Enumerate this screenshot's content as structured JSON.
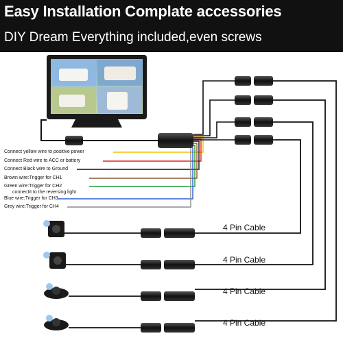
{
  "header": {
    "title": "Easy Installation Complate accessories",
    "subtitle": "DIY Dream Everything included,even screws"
  },
  "wires": [
    {
      "label": "Connect yellow wire to positive power",
      "color": "#f2c200"
    },
    {
      "label": "Connect Red wire to ACC or battery",
      "color": "#e02020"
    },
    {
      "label": "Connect Black wire to Ground",
      "color": "#111111"
    },
    {
      "label": "Brown wire:Trigger for CH1",
      "color": "#8b5a2b"
    },
    {
      "label": "Green wire:Trigger for CH2",
      "color": "#1f9e3a"
    },
    {
      "label": "connectit to the reversing light",
      "color": ""
    },
    {
      "label": "Blue wire:Trigger for CH3",
      "color": "#2a5bd7"
    },
    {
      "label": "Grey wire:Trigger for CH4",
      "color": "#8c8c8c"
    }
  ],
  "cables": [
    {
      "label": "4 Pin Cable"
    },
    {
      "label": "4 Pin Cable"
    },
    {
      "label": "4 Pin Cable"
    },
    {
      "label": "4 Pin Cable"
    }
  ],
  "colors": {
    "banner": "#111111",
    "banner_text": "#ffffff",
    "cable": "#111111"
  }
}
